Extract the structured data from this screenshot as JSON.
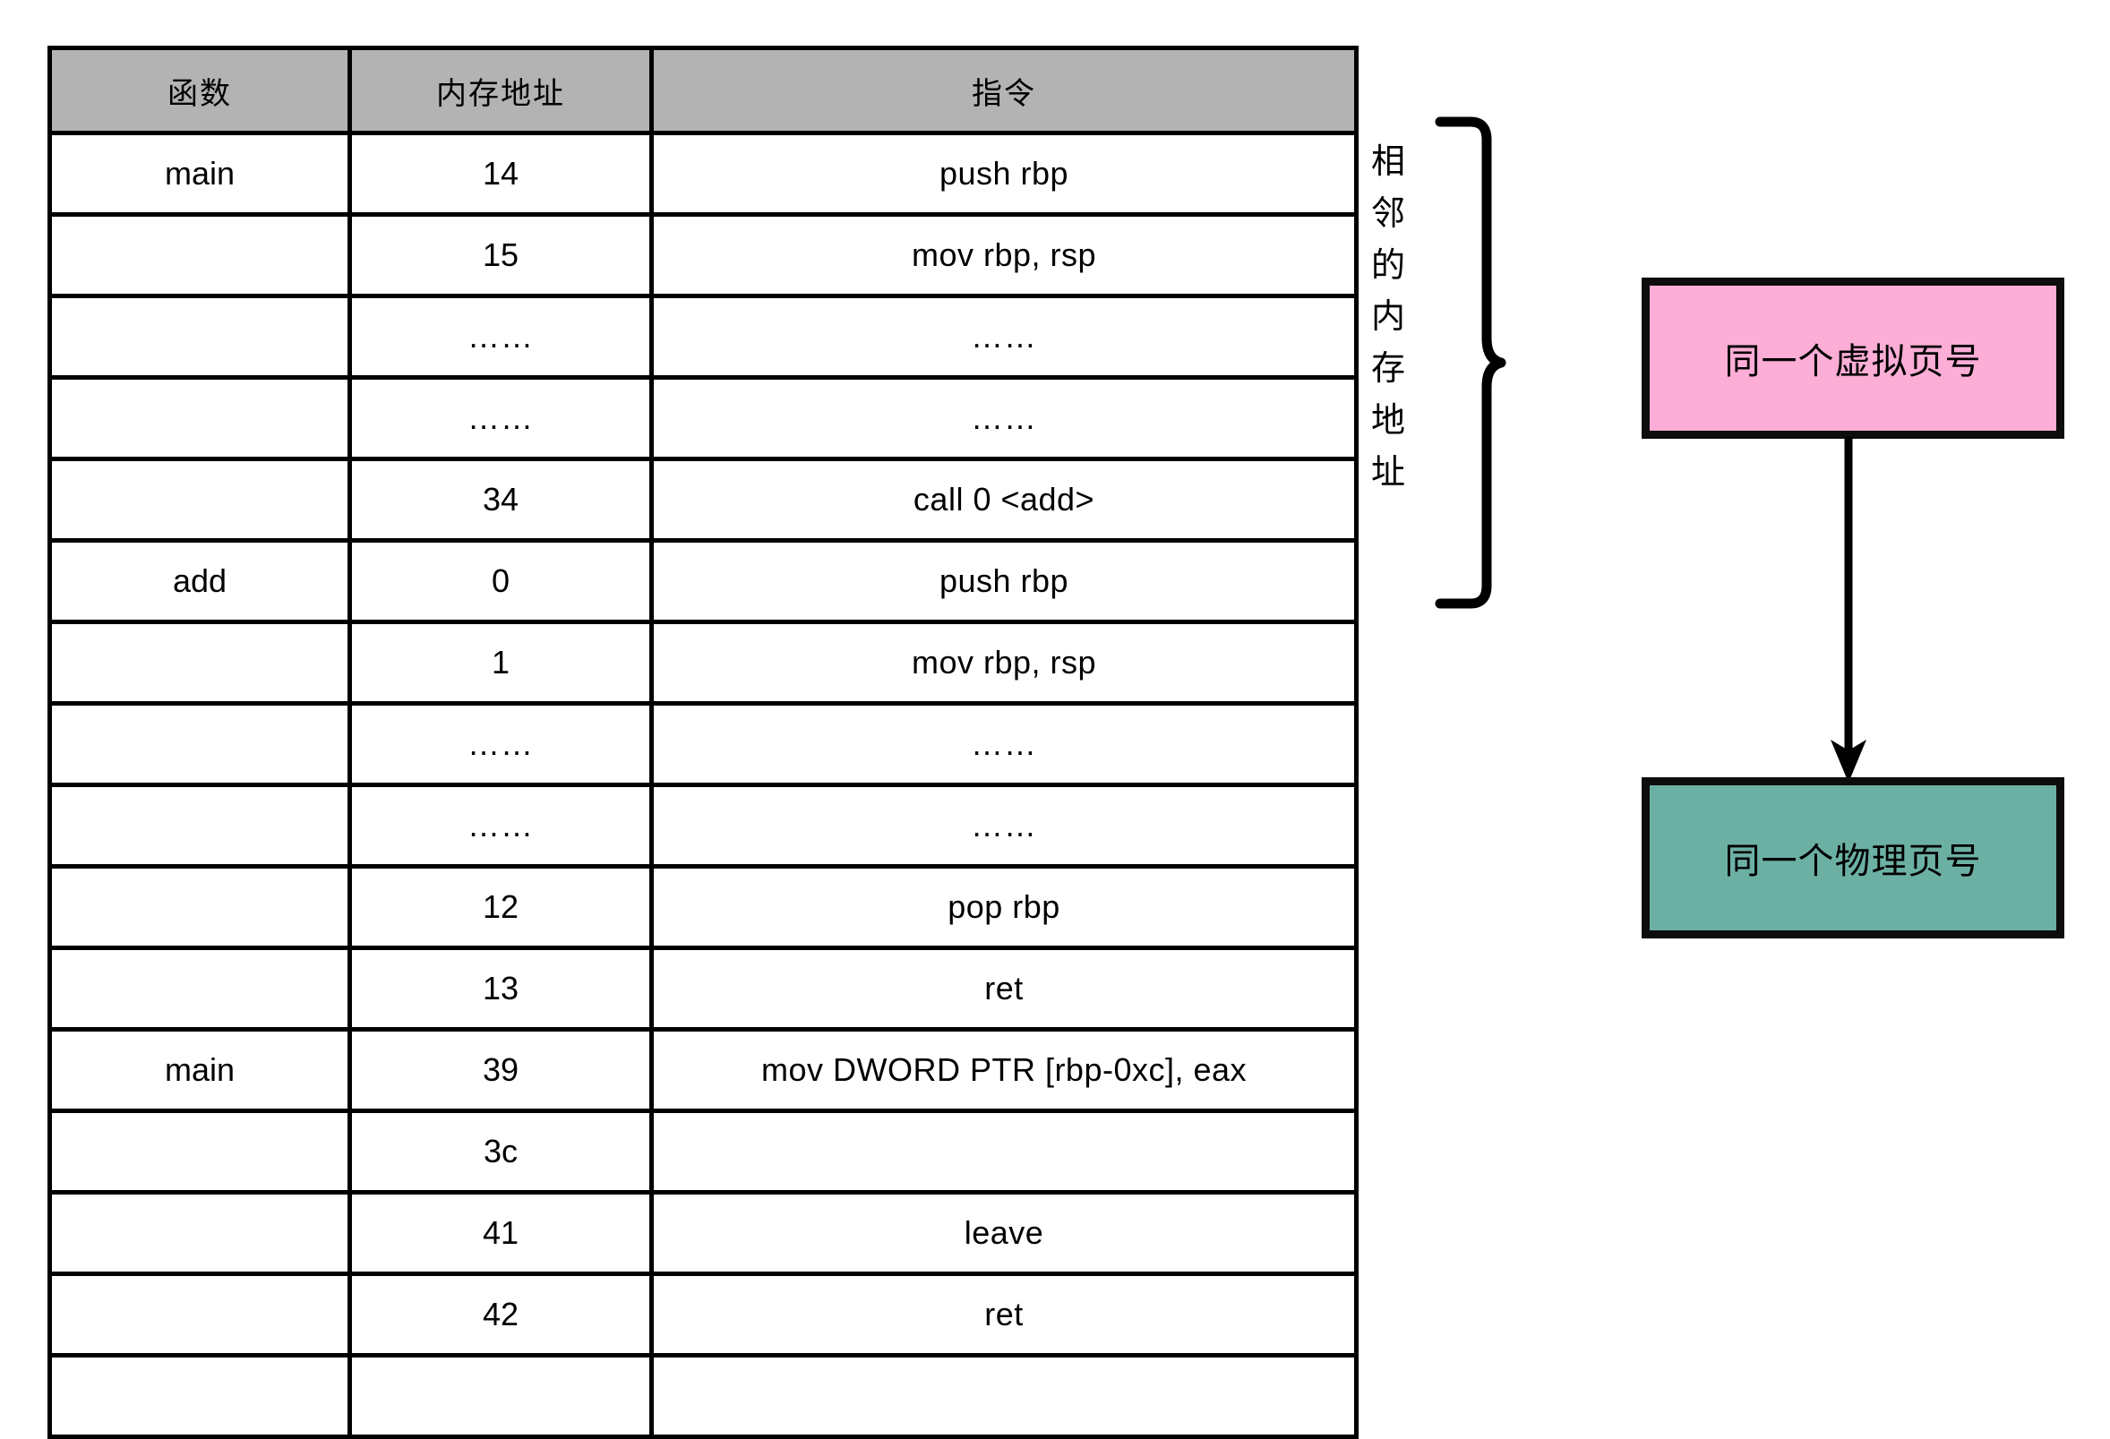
{
  "table": {
    "headers": [
      "函数",
      "内存地址",
      "指令"
    ],
    "rows": [
      {
        "func": "main",
        "addr": "14",
        "instr": "push rbp"
      },
      {
        "func": "",
        "addr": "15",
        "instr": "mov rbp, rsp"
      },
      {
        "func": "",
        "addr": "……",
        "instr": "……"
      },
      {
        "func": "",
        "addr": "……",
        "instr": "……"
      },
      {
        "func": "",
        "addr": "34",
        "instr": "call 0 <add>"
      },
      {
        "func": "add",
        "addr": "0",
        "instr": "push rbp"
      },
      {
        "func": "",
        "addr": "1",
        "instr": "mov rbp, rsp"
      },
      {
        "func": "",
        "addr": "……",
        "instr": "……"
      },
      {
        "func": "",
        "addr": "……",
        "instr": "……"
      },
      {
        "func": "",
        "addr": "12",
        "instr": "pop rbp"
      },
      {
        "func": "",
        "addr": "13",
        "instr": "ret"
      },
      {
        "func": "main",
        "addr": "39",
        "instr": "mov DWORD PTR [rbp-0xc], eax"
      },
      {
        "func": "",
        "addr": "3c",
        "instr": ""
      },
      {
        "func": "",
        "addr": "41",
        "instr": "leave"
      },
      {
        "func": "",
        "addr": "42",
        "instr": "ret"
      },
      {
        "func": "",
        "addr": "",
        "instr": ""
      }
    ]
  },
  "annotation": {
    "brace_label": "相邻的内存地址",
    "brace_label_chars": [
      "相",
      "邻",
      "的",
      "内",
      "存",
      "地",
      "址"
    ]
  },
  "flow": {
    "virtual_page_label": "同一个虚拟页号",
    "physical_page_label": "同一个物理页号",
    "arrow_direction": "down"
  },
  "colors": {
    "header_gray": "#b3b3b3",
    "virtual_pink": "#fcaed6",
    "physical_green": "#6cb0a4",
    "border_black": "#000000",
    "shadow_gray": "#c0c0c0"
  }
}
